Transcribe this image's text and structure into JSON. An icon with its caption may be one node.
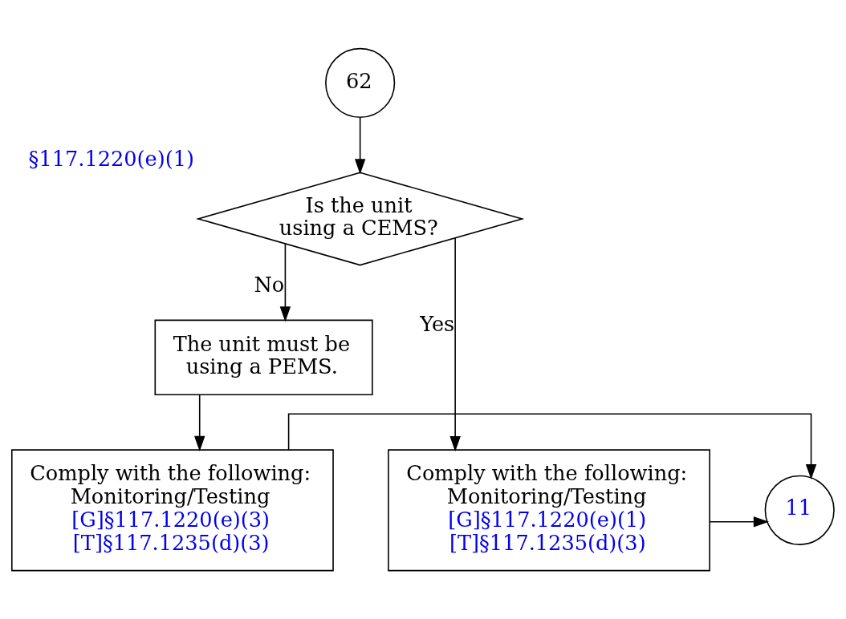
{
  "diagram": {
    "nodes": [
      {
        "text": [
          "62"
        ]
      },
      {
        "text": [
          "Is the unit using a CEMS?"
        ],
        "beside": [
          "§117.1220(e)(1)"
        ]
      },
      {
        "text": [
          "The unit must be using a PEMS."
        ]
      },
      {
        "text": [
          "Comply with the following:",
          "Monitoring/Testing",
          "[G]§117.1220(e)(1)",
          "[T]§117.1235(d)(3)"
        ]
      },
      {
        "text": [
          "Comply with the following:",
          "Monitoring/Testing",
          "[G]§117.1220(e)(3)",
          "[T]§117.1235(d)(3)"
        ]
      },
      {
        "text": [
          "11"
        ]
      }
    ],
    "edges": [
      {
        "from": 0,
        "to": 1,
        "arrow": "to"
      },
      {
        "from": 1,
        "to": 3,
        "label": "Yes",
        "arrow": "to"
      },
      {
        "from": 1,
        "to": 2,
        "label": "No",
        "arrow": "to"
      },
      {
        "from": 2,
        "to": 4,
        "arrow": "to"
      },
      {
        "from": 3,
        "to": 5,
        "arrow": "to"
      },
      {
        "from": 4,
        "to": 5,
        "arrow": "to"
      }
    ]
  }
}
